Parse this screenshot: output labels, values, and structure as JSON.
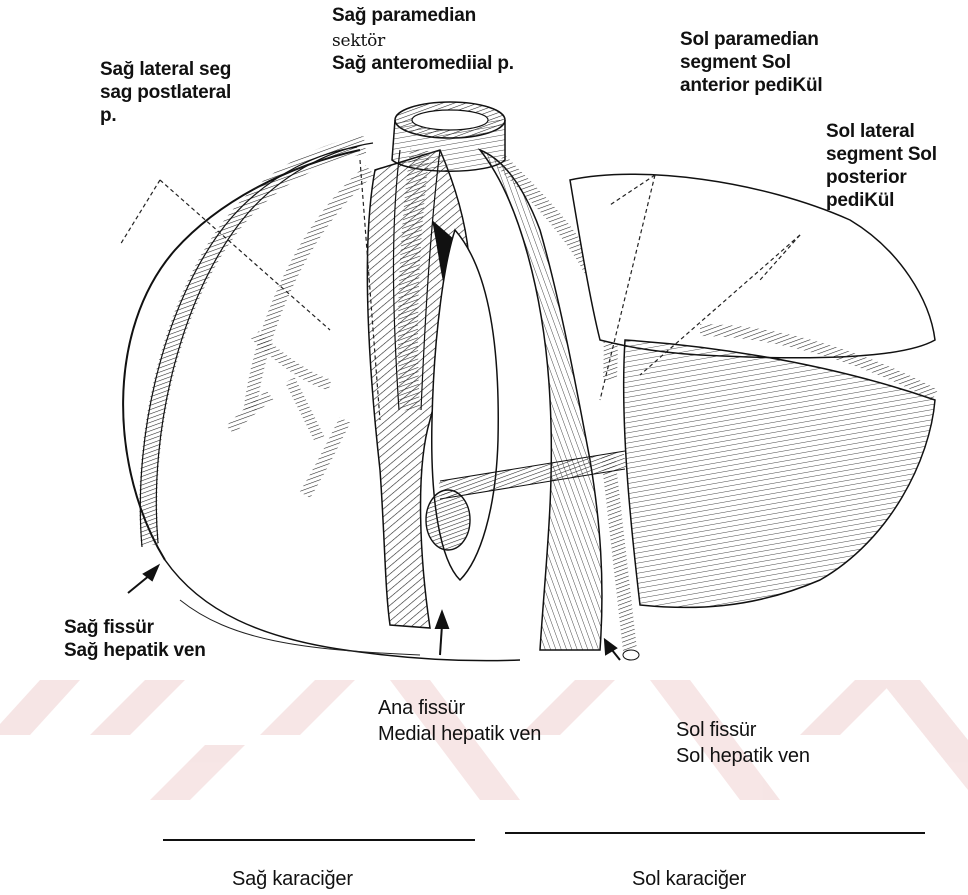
{
  "labels": {
    "sag_paramedian": {
      "line1": "Sağ paramedian",
      "line2": "sektör",
      "line3": "Sağ anteromediial p."
    },
    "sag_lateral": {
      "line1": "Sağ lateral seg",
      "line2": "sag postlateral",
      "line3": "p."
    },
    "sol_paramedian": {
      "line1": "Sol paramedian",
      "line2": "segment Sol",
      "line3": "anterior pediKül"
    },
    "sol_lateral": {
      "line1": "Sol lateral",
      "line2": "segment Sol",
      "line3": "posterior",
      "line4": "pediKül"
    },
    "sag_fissur": {
      "line1": "Sağ fissür",
      "line2": "Sağ hepatik ven"
    },
    "ana_fissur": {
      "line1": "Ana fissür",
      "line2": "Medial hepatik ven"
    },
    "sol_fissur": {
      "line1": "Sol fissür",
      "line2": "Sol hepatik ven"
    },
    "sag_karaciger": "Sağ karaciğer",
    "sol_karaciger": "Sol karaciğer"
  },
  "colors": {
    "ink": "#111111",
    "watermark": "#c0392b"
  }
}
